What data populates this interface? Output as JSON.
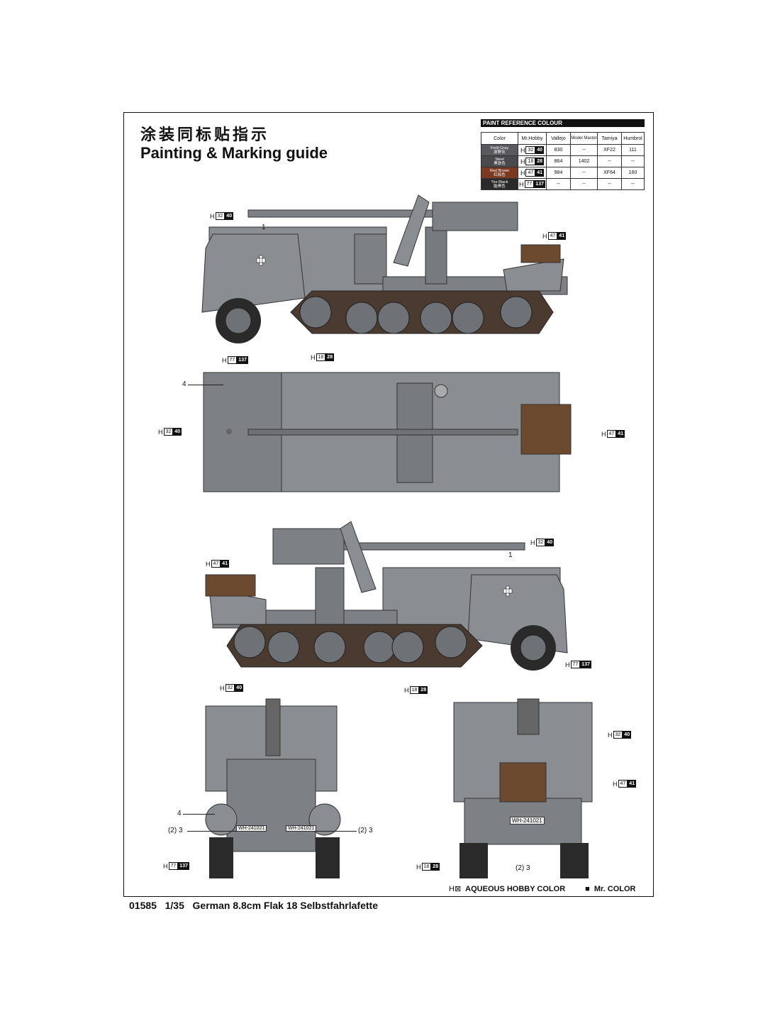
{
  "header": {
    "title_cn": "涂装同标贴指示",
    "title_en": "Painting & Marking guide"
  },
  "paint_table": {
    "heading": "PAINT  REFERENCE COLOUR",
    "columns": [
      "Color",
      "Mr.Hobby",
      "Vallejo",
      "Model Master",
      "Tamiya",
      "Humbrol"
    ],
    "rows": [
      {
        "color_en": "Field Gray",
        "color_cn": "原野灰",
        "swatch": "#5a5a5e",
        "h1": "32",
        "h2": "40",
        "vallejo": "830",
        "model_master": "--",
        "tamiya": "XF22",
        "humbrol": "111"
      },
      {
        "color_en": "Steel",
        "color_cn": "黑铁色",
        "swatch": "#4a4a4c",
        "h1": "18",
        "h2": "28",
        "vallejo": "864",
        "model_master": "1402",
        "tamiya": "--",
        "humbrol": "--"
      },
      {
        "color_en": "Red Brown",
        "color_cn": "红棕色",
        "swatch": "#7a3a22",
        "h1": "47",
        "h2": "41",
        "vallejo": "984",
        "model_master": "--",
        "tamiya": "XF64",
        "humbrol": "160"
      },
      {
        "color_en": "Tire Black",
        "color_cn": "胎黑色",
        "swatch": "#2a2a2a",
        "h1": "77",
        "h2": "137",
        "vallejo": "--",
        "model_master": "--",
        "tamiya": "--",
        "humbrol": "--"
      }
    ]
  },
  "callouts": {
    "h_prefix": "H",
    "field_gray": {
      "n1": "32",
      "n2": "40"
    },
    "steel": {
      "n1": "18",
      "n2": "28"
    },
    "red_brown": {
      "n1": "47",
      "n2": "41"
    },
    "tire_black": {
      "n1": "77",
      "n2": "137"
    }
  },
  "markings": {
    "m1": "1",
    "m4": "4",
    "m3": "(2) 3",
    "m3_single": "(2) 3",
    "plate": "WH-241021"
  },
  "legend": {
    "aqueous": "AQUEOUS HOBBY COLOR",
    "aqueous_symbol": "H⊠",
    "mr_color": "Mr. COLOR",
    "mr_symbol": "■"
  },
  "footer": {
    "code": "01585",
    "scale": "1/35",
    "name": "German 8.8cm Flak 18 Selbstfahrlafette"
  },
  "colors": {
    "vehicle_gray": "#8a8d91",
    "vehicle_dark": "#5f6266",
    "track": "#4a3a30",
    "ammo": "#6b4a30"
  }
}
